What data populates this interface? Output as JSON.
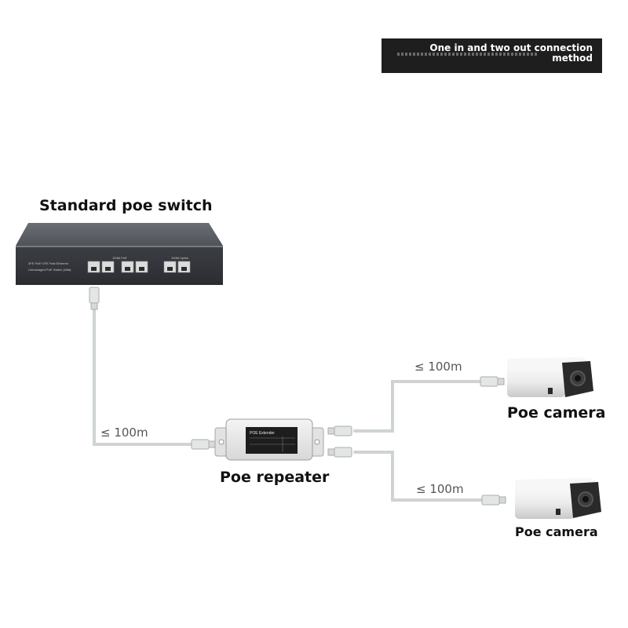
{
  "banner": {
    "text": "One in and two out connection method"
  },
  "switch": {
    "title": "Standard poe switch",
    "caption_line1": "4FE PoE+2FE Fast Ethernet",
    "caption_line2": "Unmanaged PoE Switch (xflat)",
    "poe_group_label": "100M PoE",
    "uplink_group_label": "100M Uplink"
  },
  "repeater": {
    "title": "Poe repeater",
    "screen_label": "POE Extender"
  },
  "cameras": [
    {
      "label": "Poe camera"
    },
    {
      "label": "Poe camera"
    }
  ],
  "distances": {
    "switch_to_repeater": "≤ 100m",
    "repeater_to_camera1": "≤ 100m",
    "repeater_to_camera2": "≤ 100m"
  },
  "colors": {
    "banner_bg": "#1e1e1e",
    "switch_body": "#4a4d52",
    "cable": "#cfd3d3",
    "camera_body": "#f2f2f2",
    "camera_front": "#2a2a2a"
  }
}
